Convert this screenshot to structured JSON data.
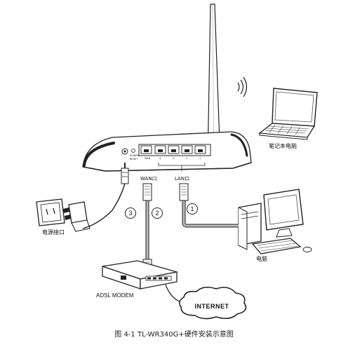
{
  "labels": {
    "laptop": "笔记本电脑",
    "desktop": "电脑",
    "power_socket": "电源接口",
    "adsl_modem": "ADSL MODEM",
    "internet": "INTERNET",
    "wan_port": "WAN口",
    "lan_port": "LAN口",
    "power_port": "POWER",
    "reset": "RESET"
  },
  "steps": {
    "step1": "1",
    "step2": "2",
    "step3": "3"
  },
  "caption": "图 4-1 TL-WR340G+硬件安装示意图"
}
